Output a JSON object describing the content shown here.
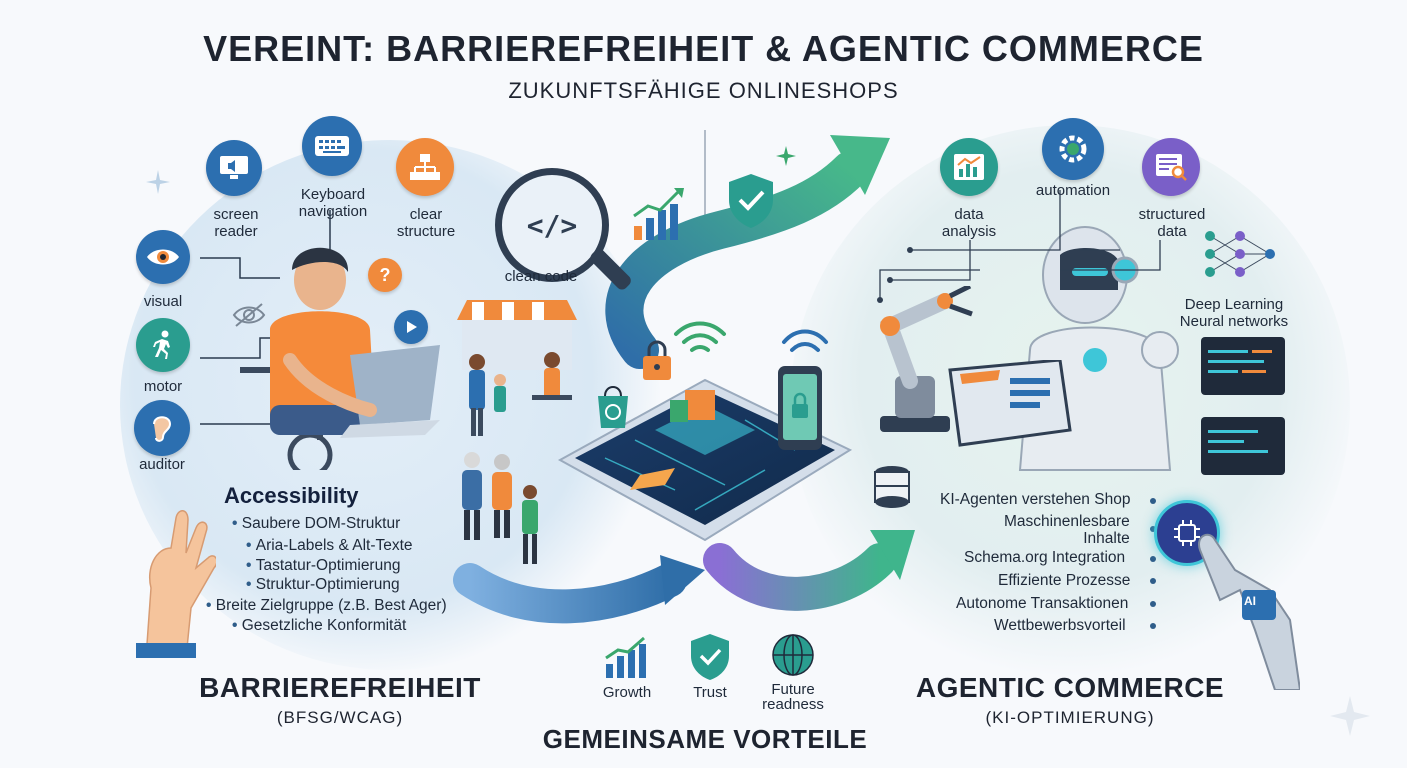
{
  "title": "VEREINT: BARRIEREFREIHEIT & AGENTIC COMMERCE",
  "subtitle": "ZUKUNFTSFÄHIGE ONLINESHOPS",
  "left": {
    "icons": {
      "screen_reader": "screen\nreader",
      "keyboard_navigation": "Keyboard\nnavigation",
      "clear_structure": "clear\nstructure",
      "visual": "visual",
      "motor": "motor",
      "auditor": "auditor"
    },
    "clean_code": "clean code",
    "accessibility": {
      "title": "Accessibility",
      "items": [
        "Saubere DOM-Struktur",
        "Aria-Labels & Alt-Texte",
        "Tastatur-Optimierung",
        "Struktur-Optimierung",
        "Breite Zielgruppe (z.B. Best Ager)",
        "Gesetzliche Konformität"
      ]
    },
    "section_title": "BARRIEREFREIHEIT",
    "section_sub": "(BFSG/WCAG)"
  },
  "right": {
    "icons": {
      "data_analysis": "data\nanalysis",
      "automation": "automation",
      "structured_data": "structured\ndata",
      "deep_learning": "Deep Learning\nNeural networks"
    },
    "items": [
      "KI-Agenten verstehen Shop",
      "Maschinenlesbare\nInhalte",
      "Schema.org Integration",
      "Effiziente Prozesse",
      "Autonome Transaktionen",
      "Wettbewerbsvorteil"
    ],
    "ai_badge": "AI",
    "section_title": "AGENTIC COMMERCE",
    "section_sub": "(KI-OPTIMIERUNG)"
  },
  "center": {
    "benefits": [
      "Growth",
      "Trust",
      "Future\nreadness"
    ],
    "bottom_title": "GEMEINSAME VORTEILE"
  },
  "colors": {
    "blue": "#2b6cb0",
    "teal": "#2a9d8f",
    "orange": "#f08a3c",
    "green": "#3aa76d",
    "purple": "#7a5fc8"
  }
}
